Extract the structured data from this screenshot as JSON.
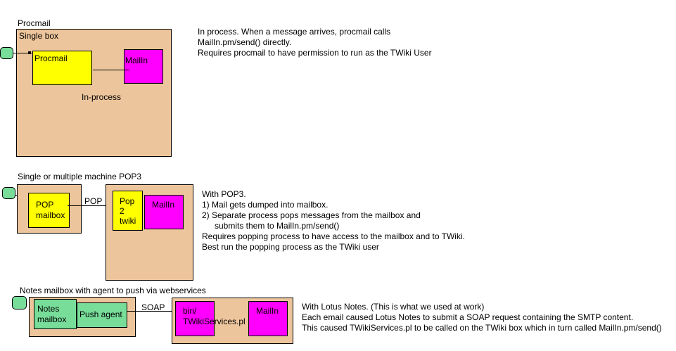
{
  "colors": {
    "container": "#EDC59C",
    "process_yellow": "#FFFF00",
    "mailin_magenta": "#FF00FF",
    "notes_green": "#77DD99"
  },
  "sections": [
    {
      "title": "Procmail",
      "container_label": "Single box",
      "boxes": [
        {
          "label": "Procmail"
        },
        {
          "label": "MailIn"
        }
      ],
      "connector_label": "In-process",
      "description": [
        "In process. When a message arrives, procmail calls",
        "MailIn.pm/send() directly.",
        "Requires procmail to have permission to run as the TWiki User"
      ]
    },
    {
      "title": "Single or multiple machine POP3",
      "boxes": [
        {
          "label_lines": [
            "POP",
            "mailbox"
          ]
        },
        {
          "label_lines": [
            "Pop",
            "2",
            "twiki"
          ]
        },
        {
          "label": "MailIn"
        }
      ],
      "connector_label": "POP",
      "description": [
        "With POP3.",
        "1) Mail gets dumped into mailbox.",
        "2) Separate process pops messages from the mailbox and",
        "submits them to MailIn.pm/send()",
        "Requires popping process to have access to the mailbox and to TWiki.",
        "Best run the popping process as the TWiki user"
      ]
    },
    {
      "title": "Notes mailbox with agent to push via webservices",
      "boxes": [
        {
          "label_lines": [
            "Notes",
            "mailbox"
          ]
        },
        {
          "label": "Push agent"
        },
        {
          "label_lines": [
            "bin/",
            "TWikiServices.pl"
          ]
        },
        {
          "label": "MailIn"
        }
      ],
      "connector_label": "SOAP",
      "description": [
        "With Lotus Notes. (This is what we used at work)",
        "Each email caused Lotus Notes to submit a SOAP request containing the SMTP content.",
        "This caused TWikiServices.pl to be called on the TWiki box which in turn called MailIn.pm/send()"
      ]
    }
  ]
}
